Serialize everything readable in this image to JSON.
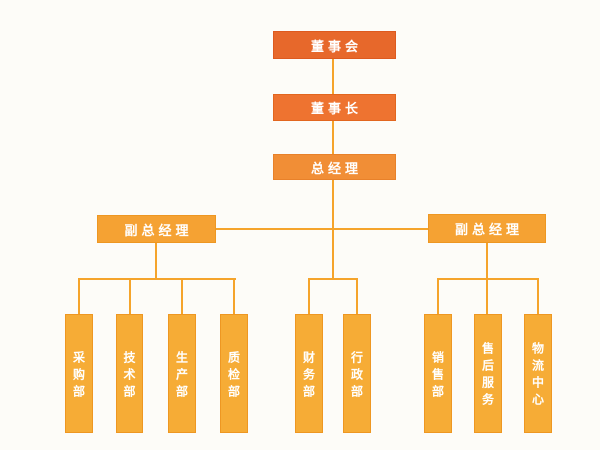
{
  "diagram": {
    "type": "org-chart",
    "nodes": {
      "board": "董事会",
      "chairman": "董事长",
      "general_manager": "总经理",
      "deputy_left": "副总经理",
      "deputy_right": "副总经理"
    },
    "departments": [
      "采购部",
      "技术部",
      "生产部",
      "质检部",
      "财务部",
      "行政部",
      "销售部",
      "售后服务",
      "物流中心"
    ],
    "colors": {
      "board": "#E7682B",
      "chairman": "#EE7330",
      "general_manager": "#F18E36",
      "deputy_general_manager": "#F5A233",
      "department": "#F6AC36",
      "connector": "#F5A42B",
      "text": "#FFFFFF",
      "background": "#FDFCF8"
    }
  }
}
